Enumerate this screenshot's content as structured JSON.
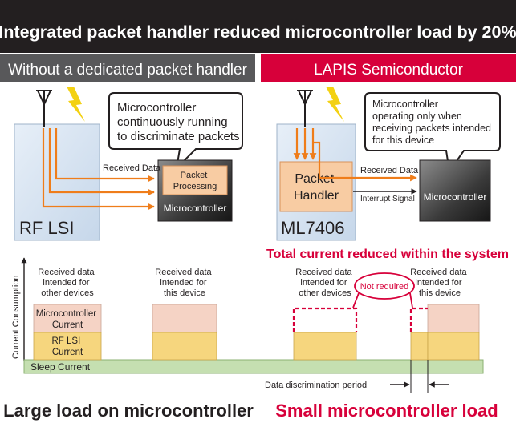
{
  "header": {
    "title": "Integrated packet handler reduced microcontroller load by 20%"
  },
  "left": {
    "section_title": "Without a dedicated packet handler",
    "callout_lines": [
      "Microcontroller",
      "continuously running",
      "to discriminate packets"
    ],
    "received_data_label": "Received Data",
    "packet_processing_lines": [
      "Packet",
      "Processing"
    ],
    "mcu_label": "Microcontroller",
    "rf_label": "RF LSI",
    "bar_label_other_lines": [
      "Received data",
      "intended for",
      "other devices"
    ],
    "bar_label_this_lines": [
      "Received data",
      "intended for",
      "this device"
    ],
    "mcu_current_lines": [
      "Microcontroller",
      "Current"
    ],
    "rf_current_lines": [
      "RF LSI",
      "Current"
    ],
    "footer": "Large load on microcontroller"
  },
  "right": {
    "section_title": "LAPIS Semiconductor",
    "callout_lines": [
      "Microcontroller",
      "operating only when",
      "receiving packets intended",
      "for this device"
    ],
    "received_data_label": "Received Data",
    "interrupt_label": "Interrupt Signal",
    "packet_handler_lines": [
      "Packet",
      "Handler"
    ],
    "mcu_label": "Microcontroller",
    "chip_label": "ML7406",
    "total_current_text": "Total current reduced within the system",
    "bar_label_other_lines": [
      "Received data",
      "intended for",
      "other devices"
    ],
    "not_required": "Not required",
    "bar_label_this_lines": [
      "Received data",
      "intended for",
      "this device"
    ],
    "discrimination_label": "Data discrimination period",
    "footer": "Small microcontroller load"
  },
  "axis": {
    "ylabel": "Current Consumption"
  },
  "sleep_current": "Sleep Current",
  "colors": {
    "header_bg": "#231f20",
    "left_title_bg": "#58585a",
    "right_title_bg": "#d7003a",
    "accent_red": "#d7003a",
    "arrow_orange": "#ef7d1a",
    "bolt_yellow": "#f3d113",
    "chip_blue": "#d5e3f1",
    "handler_peach": "#f8cca3",
    "mcu_pink": "#f5d3c5",
    "rf_yellow": "#f6d67e",
    "sleep_green": "#c5dfb1"
  }
}
